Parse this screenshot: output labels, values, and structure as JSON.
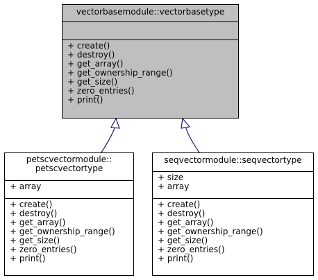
{
  "base": {
    "title": "vectorbasemodule::vectorbasetype",
    "attributes": [],
    "methods": [
      "+ create()",
      "+ destroy()",
      "+ get_array()",
      "+ get_ownership_range()",
      "+ get_size()",
      "+ zero_entries()",
      "+ print()"
    ]
  },
  "petsc": {
    "title_line1": "petscvectormodule::",
    "title_line2": "petscvectortype",
    "attributes": [
      "+ array"
    ],
    "methods": [
      "+ create()",
      "+ destroy()",
      "+ get_array()",
      "+ get_ownership_range()",
      "+ get_size()",
      "+ zero_entries()",
      "+ print()"
    ]
  },
  "seq": {
    "title": "seqvectormodule::seqvectortype",
    "attributes": [
      "+ size",
      "+ array"
    ],
    "methods": [
      "+ create()",
      "+ destroy()",
      "+ get_array()",
      "+ get_ownership_range()",
      "+ get_size()",
      "+ zero_entries()",
      "+ print()"
    ]
  },
  "colors": {
    "base_fill": "#bfbfbf",
    "arrow": "#191970",
    "border": "#000000"
  }
}
